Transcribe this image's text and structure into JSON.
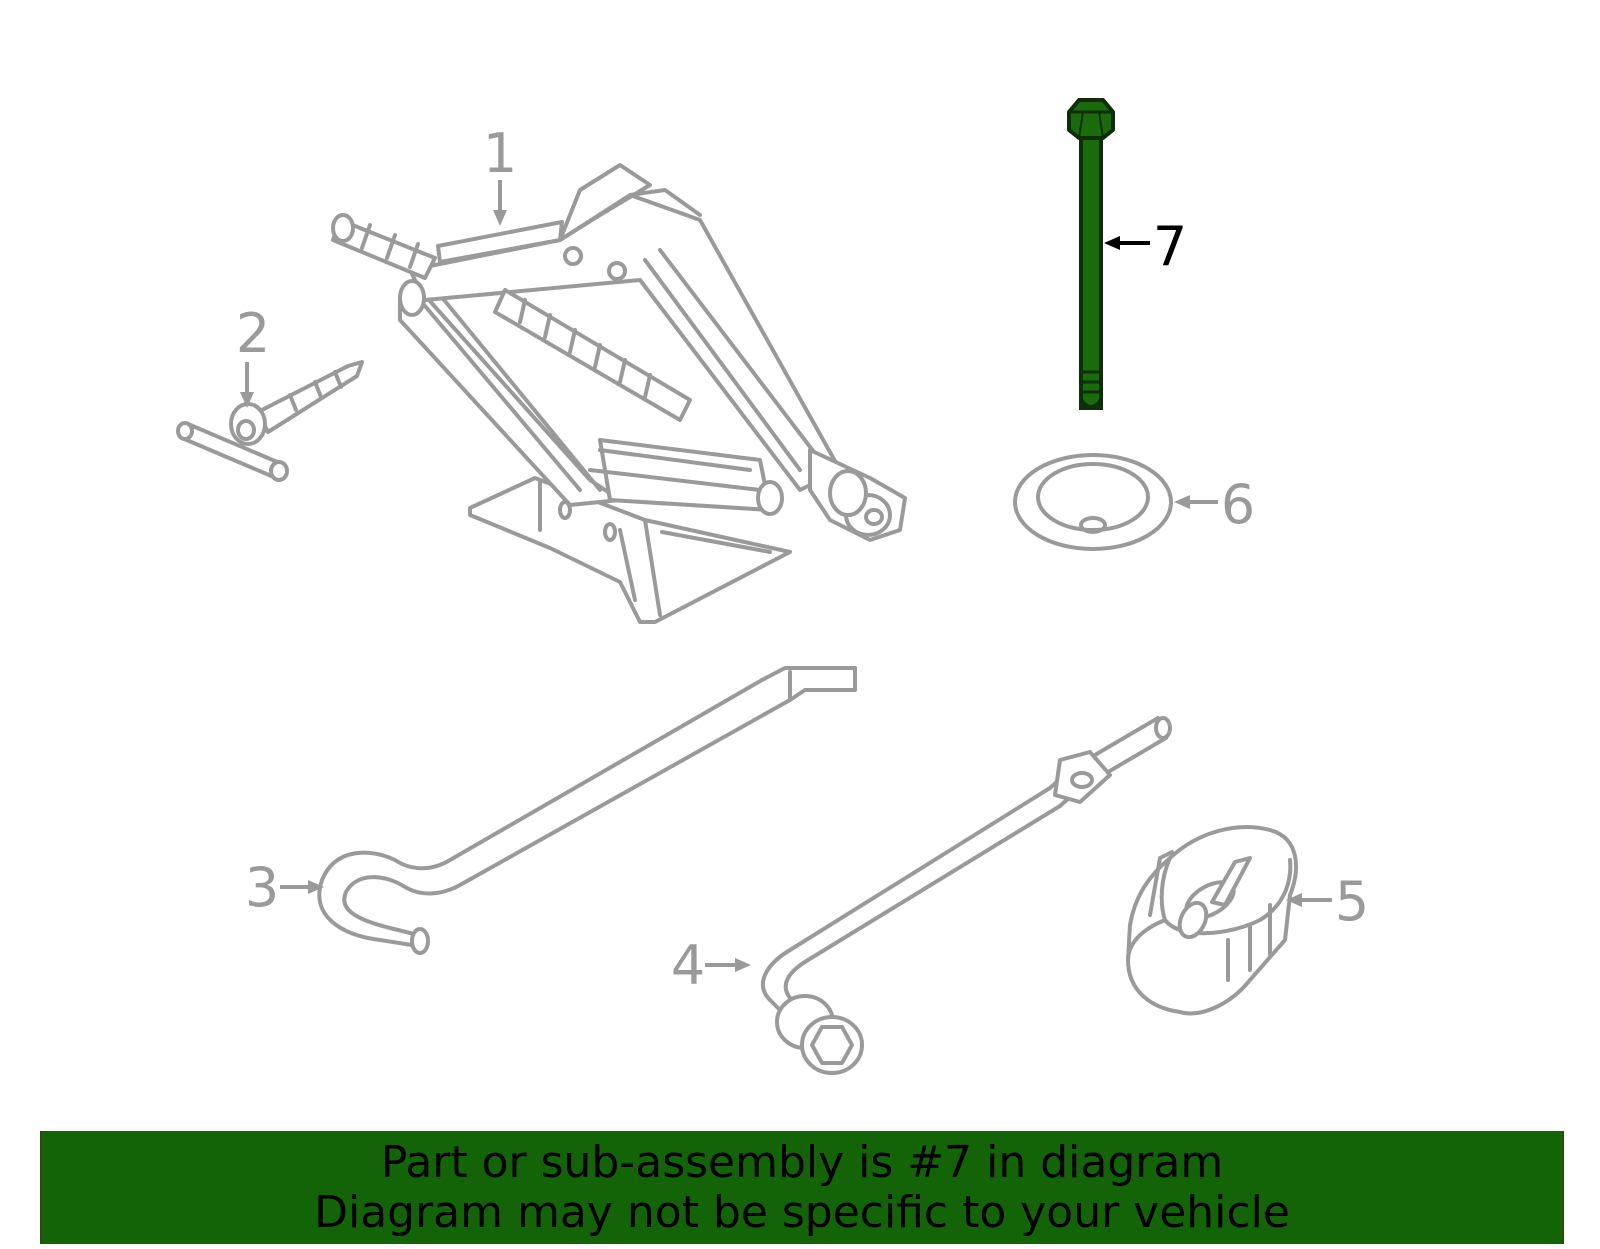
{
  "colors": {
    "highlight": "#1a6b0a",
    "highlight_outline": "#0d2e06",
    "part_line": "#9a9a9a",
    "banner_background": "#136307",
    "banner_text": "#000000"
  },
  "callouts": {
    "c1": "1",
    "c2": "2",
    "c3": "3",
    "c4": "4",
    "c5": "5",
    "c6": "6",
    "c7": "7"
  },
  "highlighted_callout": "7",
  "parts": [
    {
      "callout": "1",
      "icon": "scissor-jack-icon"
    },
    {
      "callout": "2",
      "icon": "jack-handle-bolt-icon"
    },
    {
      "callout": "3",
      "icon": "jack-crank-rod-icon"
    },
    {
      "callout": "4",
      "icon": "lug-wrench-icon"
    },
    {
      "callout": "5",
      "icon": "tire-block-icon"
    },
    {
      "callout": "6",
      "icon": "washer-plate-icon"
    },
    {
      "callout": "7",
      "icon": "hold-down-bolt-icon"
    }
  ],
  "banner": {
    "line1": "Part or sub-assembly is #7 in diagram",
    "line2": "Diagram may not be specific to your vehicle"
  }
}
